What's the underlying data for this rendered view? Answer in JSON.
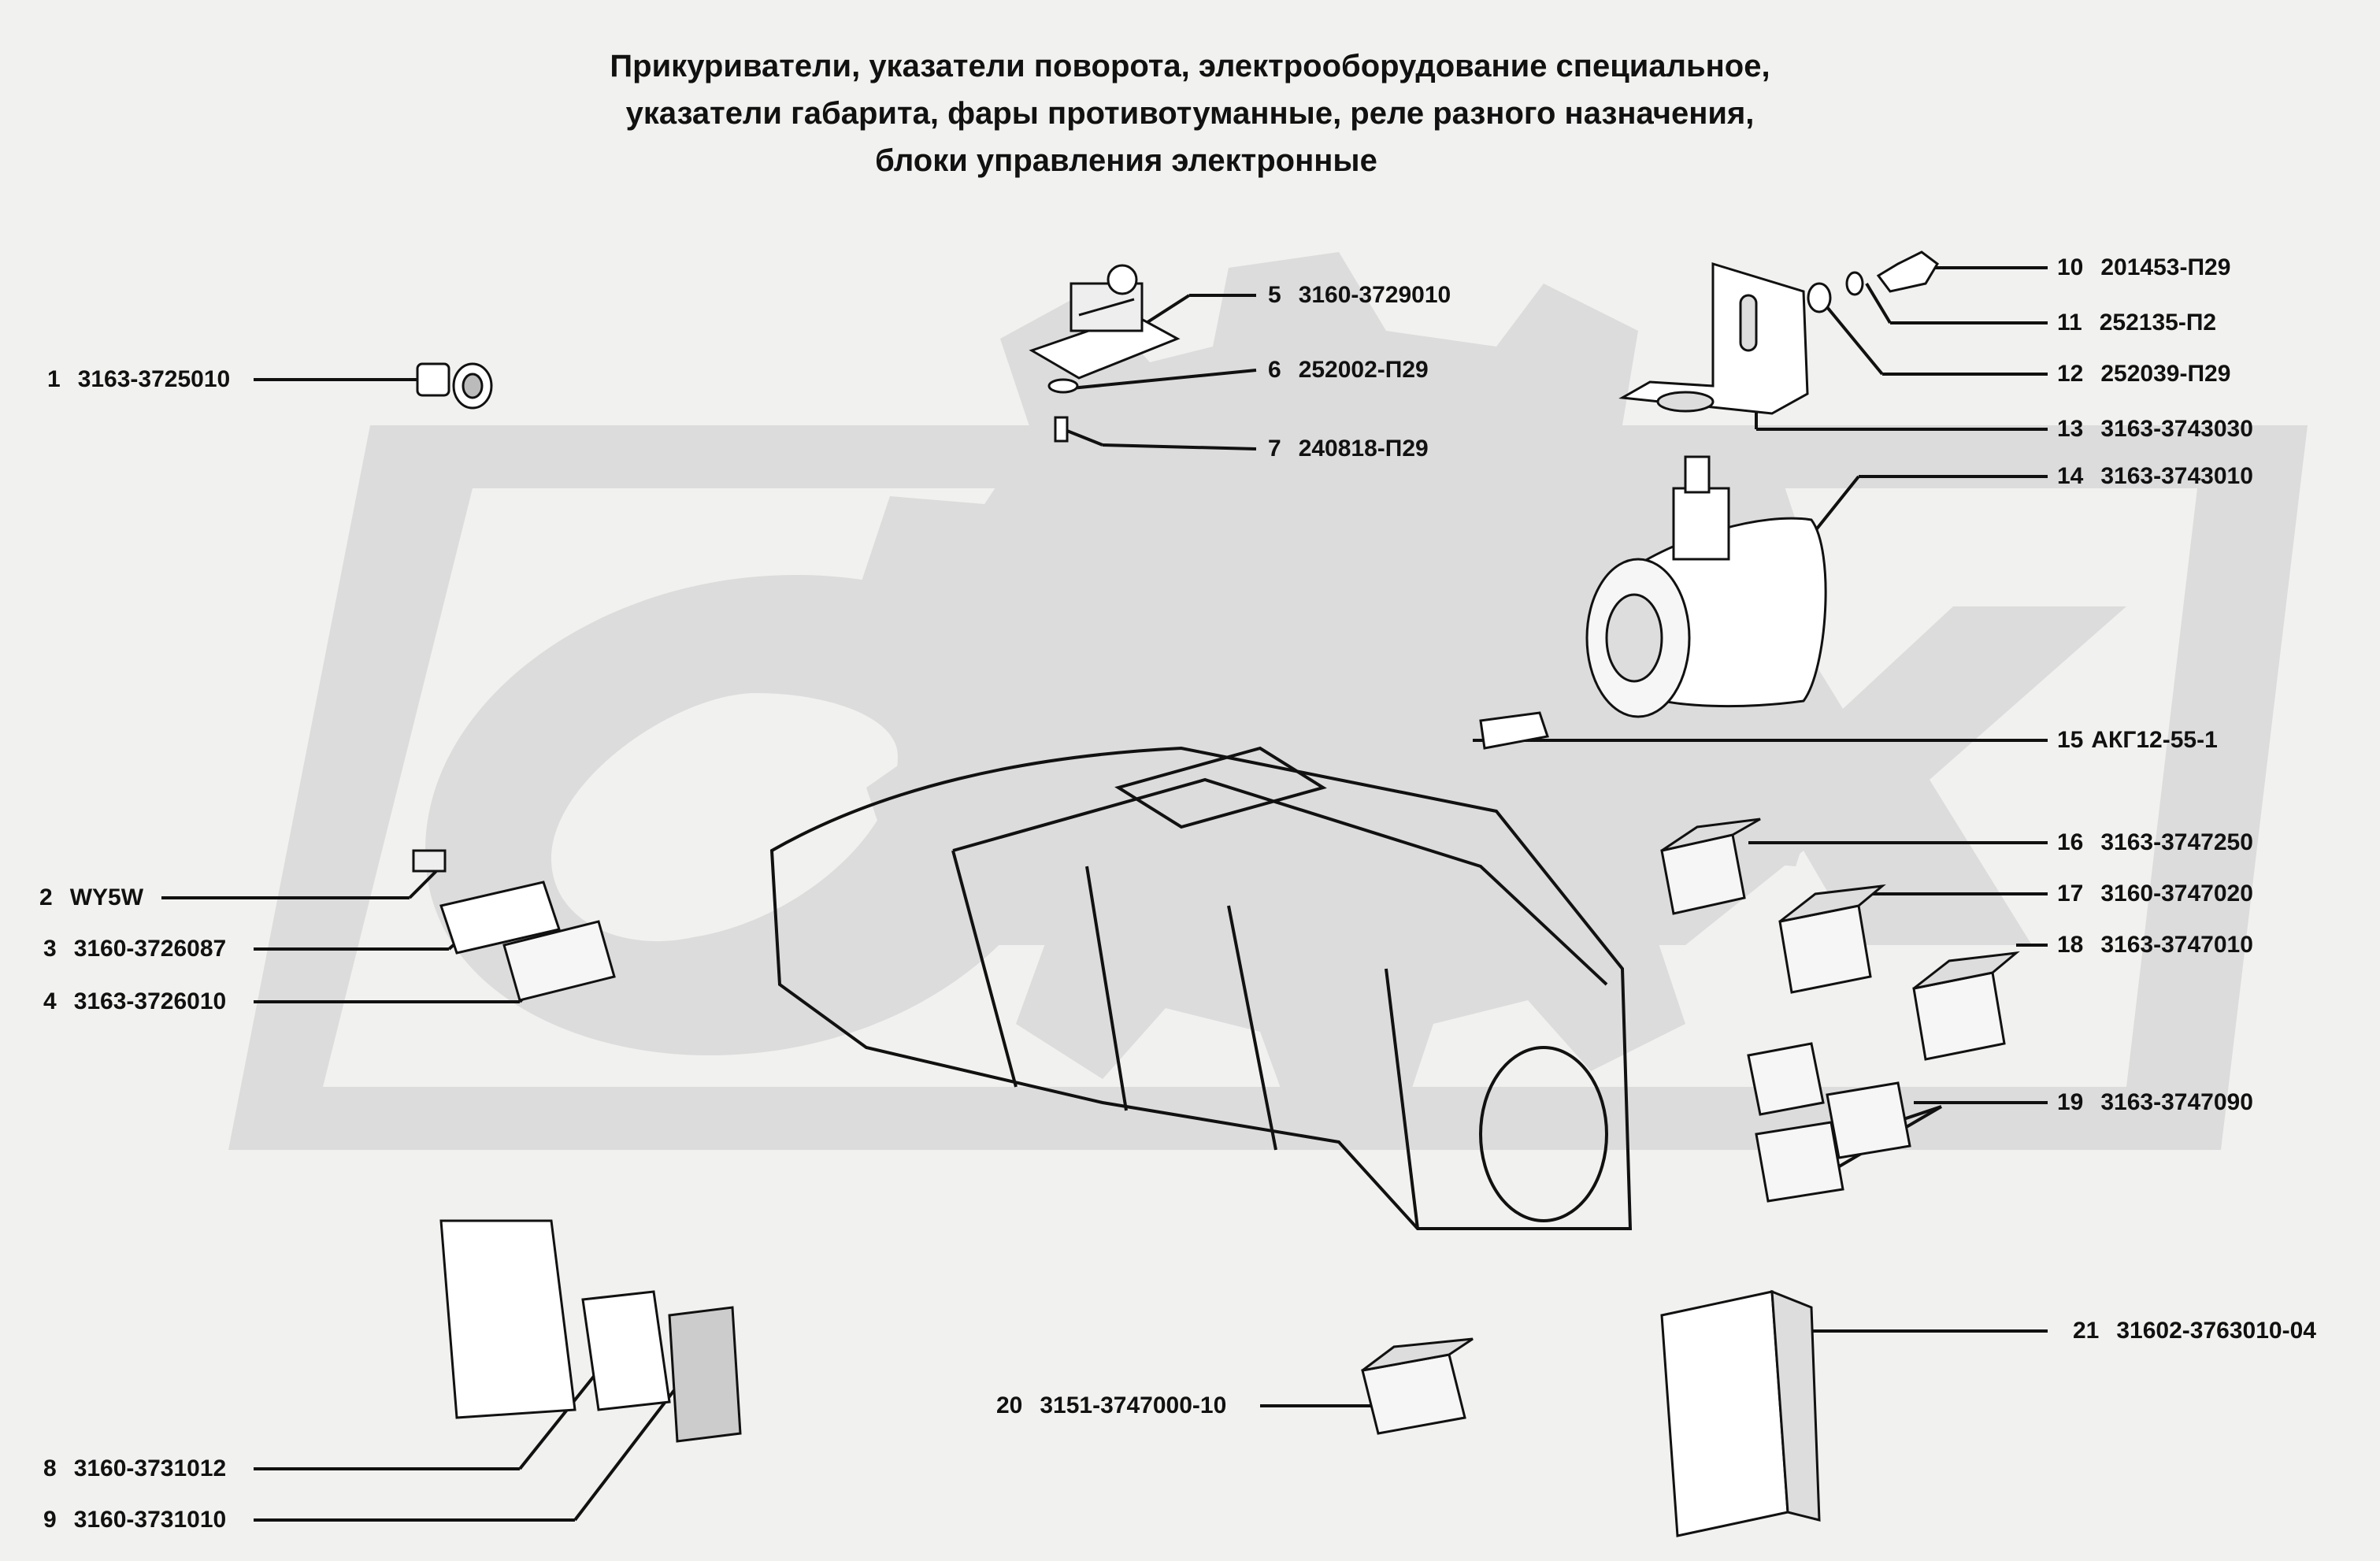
{
  "title": {
    "line1": "Прикуриватели, указатели поворота, электрооборудование специальное,",
    "line2": "указатели габарита, фары противотуманные, реле разного назначения,",
    "line3": "блоки управления электронные"
  },
  "parts": [
    {
      "num": "1",
      "code": "3163-3725010"
    },
    {
      "num": "2",
      "code": "WY5W"
    },
    {
      "num": "3",
      "code": "3160-3726087"
    },
    {
      "num": "4",
      "code": "3163-3726010"
    },
    {
      "num": "5",
      "code": "3160-3729010"
    },
    {
      "num": "6",
      "code": "252002-П29"
    },
    {
      "num": "7",
      "code": "240818-П29"
    },
    {
      "num": "8",
      "code": "3160-3731012"
    },
    {
      "num": "9",
      "code": "3160-3731010"
    },
    {
      "num": "10",
      "code": "201453-П29"
    },
    {
      "num": "11",
      "code": "252135-П2"
    },
    {
      "num": "12",
      "code": "252039-П29"
    },
    {
      "num": "13",
      "code": "3163-3743030"
    },
    {
      "num": "14",
      "code": "3163-3743010"
    },
    {
      "num": "15",
      "code": "АКГ12-55-1"
    },
    {
      "num": "16",
      "code": "3163-3747250"
    },
    {
      "num": "17",
      "code": "3160-3747020"
    },
    {
      "num": "18",
      "code": "3163-3747010"
    },
    {
      "num": "19",
      "code": "3163-3747090"
    },
    {
      "num": "20",
      "code": "3151-3747000-10"
    },
    {
      "num": "21",
      "code": "31602-3763010-04"
    }
  ],
  "colors": {
    "ink": "#111111",
    "watermark": "#dcdcdc",
    "background": "#f1f1ef"
  }
}
